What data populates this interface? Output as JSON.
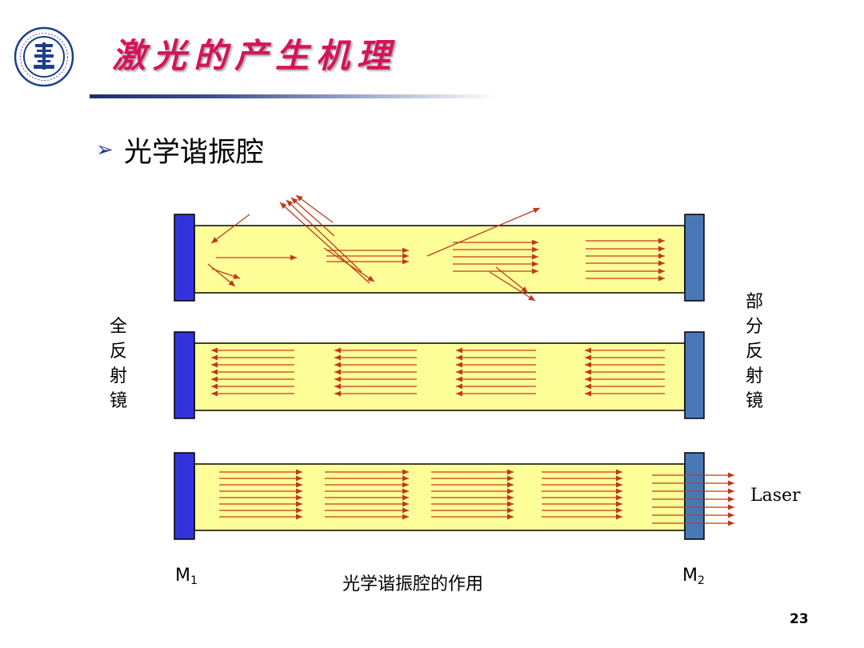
{
  "slide": {
    "title": "激光的产生机理",
    "bullet": "光学谐振腔",
    "page_number": "23"
  },
  "diagram": {
    "left_label": [
      "全",
      "反",
      "射",
      "镜"
    ],
    "right_label": [
      "部",
      "分",
      "反",
      "射",
      "镜"
    ],
    "m1": "M",
    "m1_sub": "1",
    "m2": "M",
    "m2_sub": "2",
    "laser_label": "Laser",
    "caption": "光学谐振腔的作用",
    "colors": {
      "cavity_fill": "#ffff99",
      "full_mirror": "#3333dd",
      "partial_mirror": "#4a78b5",
      "ray": "#c0391b"
    }
  }
}
